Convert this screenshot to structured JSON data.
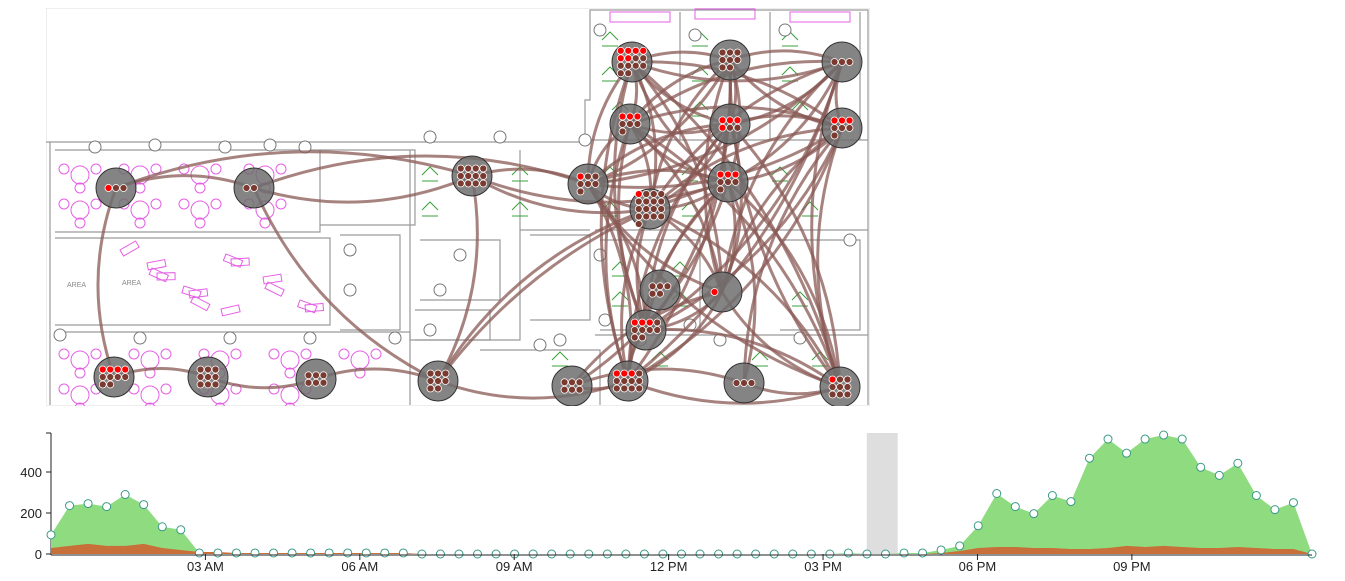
{
  "colors": {
    "plan_wall": "#9a9a9a",
    "plan_furniture": "#e55fe5",
    "plan_green": "#3aa13a",
    "edge": "#8a5a55",
    "node_fill": "#6f6f6f",
    "dot_brown": "#7a3a30",
    "dot_red": "#ff0000",
    "area_total": "#8fdc80",
    "area_sub": "#c8703a",
    "point_stroke": "#3a9a86",
    "brush": "#cfcfcf"
  },
  "floorplan": {
    "area_labels": [
      "AREA",
      "AREA"
    ],
    "nodes": [
      {
        "id": "n1",
        "brown": 8,
        "red": 6
      },
      {
        "id": "n2",
        "brown": 8,
        "red": 0
      },
      {
        "id": "n3",
        "brown": 3,
        "red": 0
      },
      {
        "id": "n4",
        "brown": 4,
        "red": 3
      },
      {
        "id": "n5",
        "brown": 2,
        "red": 4
      },
      {
        "id": "n6",
        "brown": 4,
        "red": 3
      },
      {
        "id": "n7",
        "brown": 2,
        "red": 1
      },
      {
        "id": "n8",
        "brown": 2,
        "red": 0
      },
      {
        "id": "n9",
        "brown": 12,
        "red": 0
      },
      {
        "id": "n10",
        "brown": 6,
        "red": 1
      },
      {
        "id": "n11",
        "brown": 16,
        "red": 1
      },
      {
        "id": "n12",
        "brown": 4,
        "red": 3
      },
      {
        "id": "n13",
        "brown": 0,
        "red": 1
      },
      {
        "id": "n14",
        "brown": 6,
        "red": 4
      },
      {
        "id": "n15",
        "brown": 9,
        "red": 0
      },
      {
        "id": "n16",
        "brown": 6,
        "red": 0
      },
      {
        "id": "n17",
        "brown": 8,
        "red": 0
      },
      {
        "id": "n18",
        "brown": 6,
        "red": 0
      },
      {
        "id": "n19",
        "brown": 9,
        "red": 3
      },
      {
        "id": "n20",
        "brown": 3,
        "red": 0
      },
      {
        "id": "n21",
        "brown": 8,
        "red": 1
      },
      {
        "id": "n22",
        "brown": 7,
        "red": 3
      },
      {
        "id": "n23",
        "brown": 5,
        "red": 0
      }
    ]
  },
  "chart_data": {
    "type": "area",
    "yticks": [
      "0",
      "200",
      "400"
    ],
    "ylim": [
      0,
      600
    ],
    "xticks": [
      "03 AM",
      "06 AM",
      "09 AM",
      "12 PM",
      "03 PM",
      "06 PM",
      "09 PM"
    ],
    "x_hours": [
      3,
      6,
      9,
      12,
      15,
      18,
      21
    ],
    "xlim_hours": [
      0,
      24.5
    ],
    "brush_hours": [
      15.85,
      16.45
    ],
    "series": [
      {
        "role": "total",
        "values": [
          95,
          240,
          250,
          235,
          295,
          245,
          135,
          120,
          5,
          5,
          5,
          5,
          5,
          5,
          5,
          5,
          5,
          5,
          5,
          5,
          0,
          0,
          0,
          0,
          0,
          0,
          0,
          0,
          0,
          0,
          0,
          0,
          0,
          0,
          0,
          0,
          0,
          0,
          0,
          0,
          0,
          0,
          0,
          5,
          0,
          0,
          5,
          5,
          20,
          40,
          140,
          300,
          235,
          200,
          290,
          260,
          475,
          570,
          500,
          570,
          590,
          570,
          430,
          390,
          450,
          290,
          220,
          255,
          0
        ]
      },
      {
        "role": "subset",
        "values": [
          30,
          40,
          50,
          40,
          40,
          50,
          30,
          20,
          10,
          10,
          5,
          5,
          5,
          5,
          5,
          5,
          5,
          5,
          5,
          5,
          0,
          0,
          0,
          0,
          0,
          0,
          0,
          0,
          0,
          0,
          0,
          0,
          0,
          0,
          0,
          0,
          0,
          0,
          0,
          0,
          0,
          0,
          0,
          0,
          0,
          0,
          0,
          0,
          5,
          15,
          30,
          35,
          35,
          30,
          30,
          25,
          25,
          30,
          40,
          35,
          40,
          35,
          30,
          30,
          35,
          30,
          25,
          25,
          0
        ]
      }
    ]
  }
}
